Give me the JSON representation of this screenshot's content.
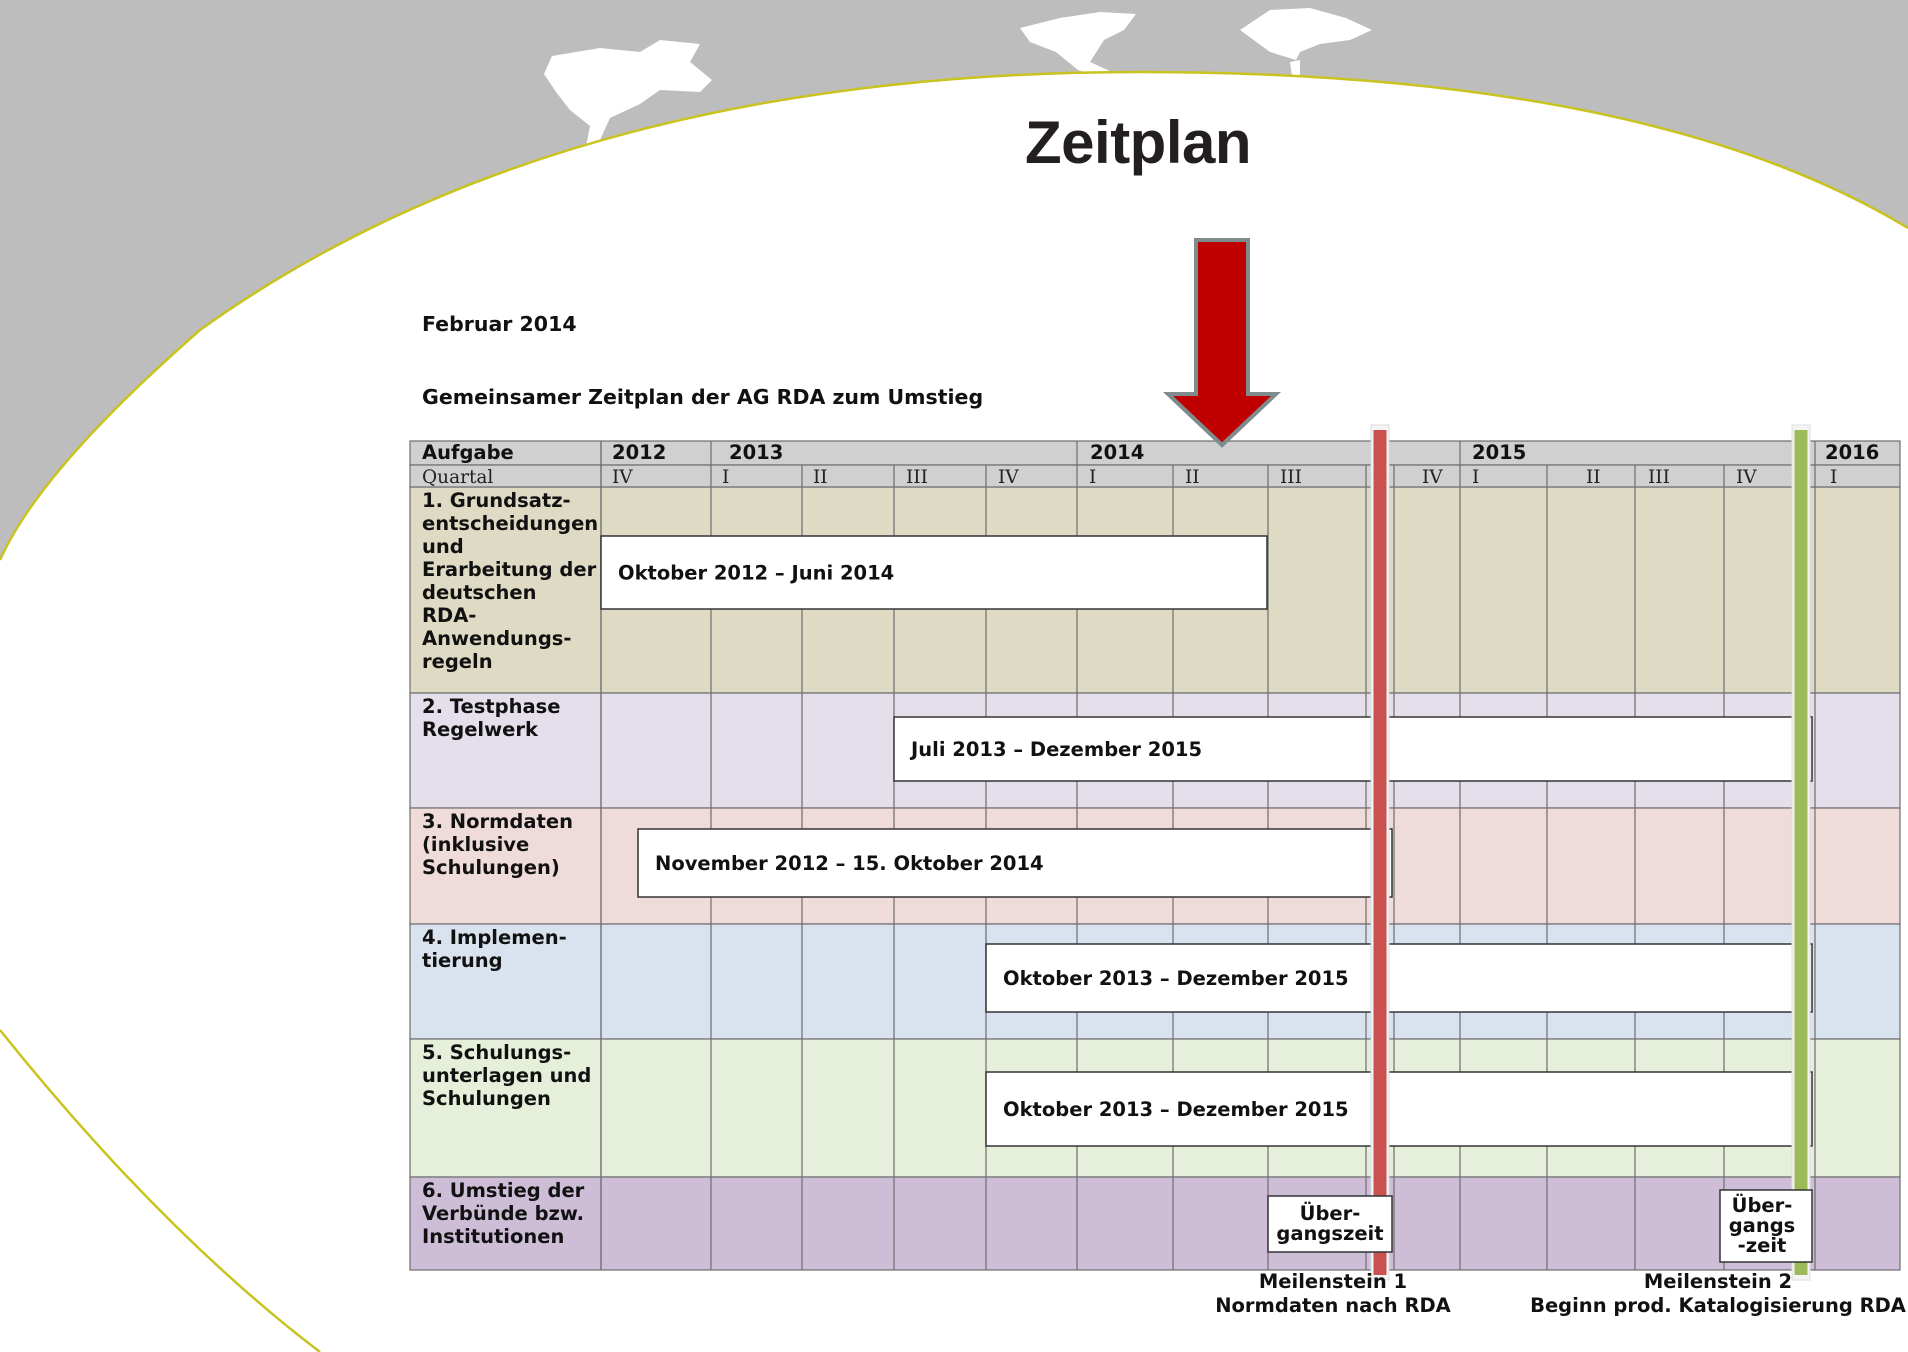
{
  "slide": {
    "title": "Zeitplan",
    "date": "Februar 2014",
    "subtitle": "Gemeinsamer Zeitplan der AG RDA zum Umstieg"
  },
  "header": {
    "task_label": "Aufgabe",
    "quarter_label": "Quartal",
    "years": [
      "2012",
      "2013",
      "2014",
      "2015",
      "2016"
    ],
    "quarters": [
      "IV",
      "I",
      "II",
      "III",
      "IV",
      "I",
      "II",
      "III",
      "IV",
      "I",
      "II",
      "III",
      "IV",
      "I"
    ]
  },
  "rows": [
    {
      "label": [
        "1. Grundsatz-",
        "entscheidungen",
        "und",
        "Erarbeitung der",
        "deutschen",
        "RDA-",
        "Anwendungs-",
        "regeln"
      ],
      "color": "#dedac4",
      "bar": {
        "label": "Oktober 2012 – Juni 2014",
        "start": "2012-10",
        "end": "2014-06"
      }
    },
    {
      "label": [
        "2. Testphase",
        "Regelwerk"
      ],
      "color": "#e4dfea",
      "bar": {
        "label": "Juli 2013 – Dezember 2015",
        "start": "2013-07",
        "end": "2015-12"
      }
    },
    {
      "label": [
        "3. Normdaten",
        "(inklusive",
        "Schulungen)"
      ],
      "color": "#f0dbdb",
      "bar": {
        "label": "November 2012 – 15. Oktober 2014",
        "start": "2012-11",
        "end": "2014-10-15"
      }
    },
    {
      "label": [
        "4. Implemen-",
        "tierung"
      ],
      "color": "#d9e3ef",
      "bar": {
        "label": "Oktober 2013 – Dezember 2015",
        "start": "2013-10",
        "end": "2015-12"
      }
    },
    {
      "label": [
        "5. Schulungs-",
        "unterlagen und",
        "Schulungen"
      ],
      "color": "#e6efda",
      "bar": {
        "label": "Oktober 2013 – Dezember 2015",
        "start": "2013-10",
        "end": "2015-12"
      }
    },
    {
      "label": [
        "6. Umstieg der",
        "Verbünde bzw.",
        "Institutionen"
      ],
      "color": "#cdbdd7",
      "boxes": [
        [
          "Über-",
          "gangszeit"
        ],
        [
          "Über-",
          "gangs",
          "-zeit"
        ]
      ]
    }
  ],
  "milestones": [
    {
      "lines": [
        "Meilenstein 1",
        "Normdaten nach RDA"
      ],
      "color": "#c9514f"
    },
    {
      "lines": [
        "Meilenstein 2",
        "Beginn prod. Katalogisierung RDA"
      ],
      "color": "#9bbb59"
    }
  ],
  "colors": {
    "arrow": "#c00000",
    "arrow_border": "#7f8c8d",
    "grid": "#6d6d6d",
    "header_fill": "#d0d0d0",
    "map_gray": "#bdbdbd",
    "curve": "#c8c31e"
  },
  "icons": [
    "world-map-decoration",
    "down-arrow-icon"
  ]
}
